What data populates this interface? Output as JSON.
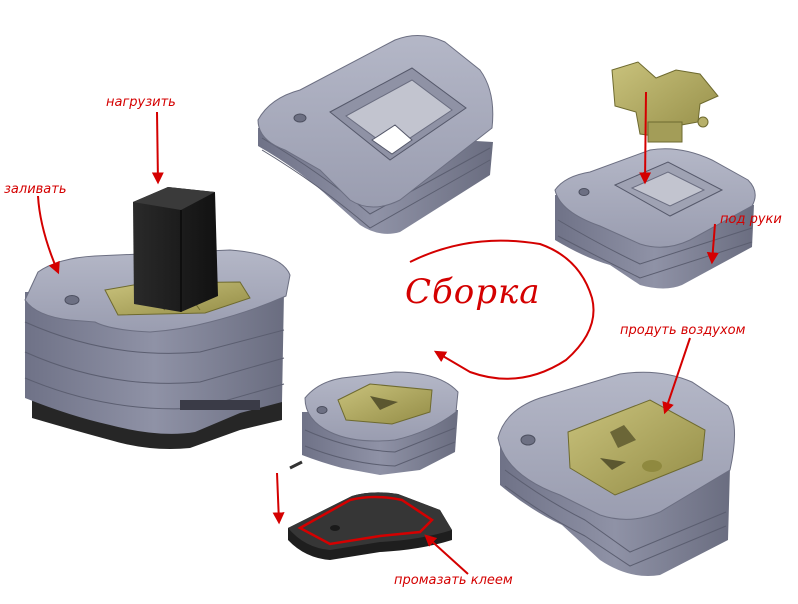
{
  "labels": {
    "load": "нагрузить",
    "pour": "заливать",
    "for_hands": "под руки",
    "assembly": "Сборка",
    "blow_air": "продуть воздухом",
    "glue": "промазать клеем"
  },
  "colors": {
    "annotation": "#d40000",
    "mold_body": "#8e91a6",
    "mold_top": "#a7aabb",
    "cavity_insert": "#b7b06a",
    "weight_block": "#1c1c1c",
    "base_plate": "#2c2c2c"
  }
}
